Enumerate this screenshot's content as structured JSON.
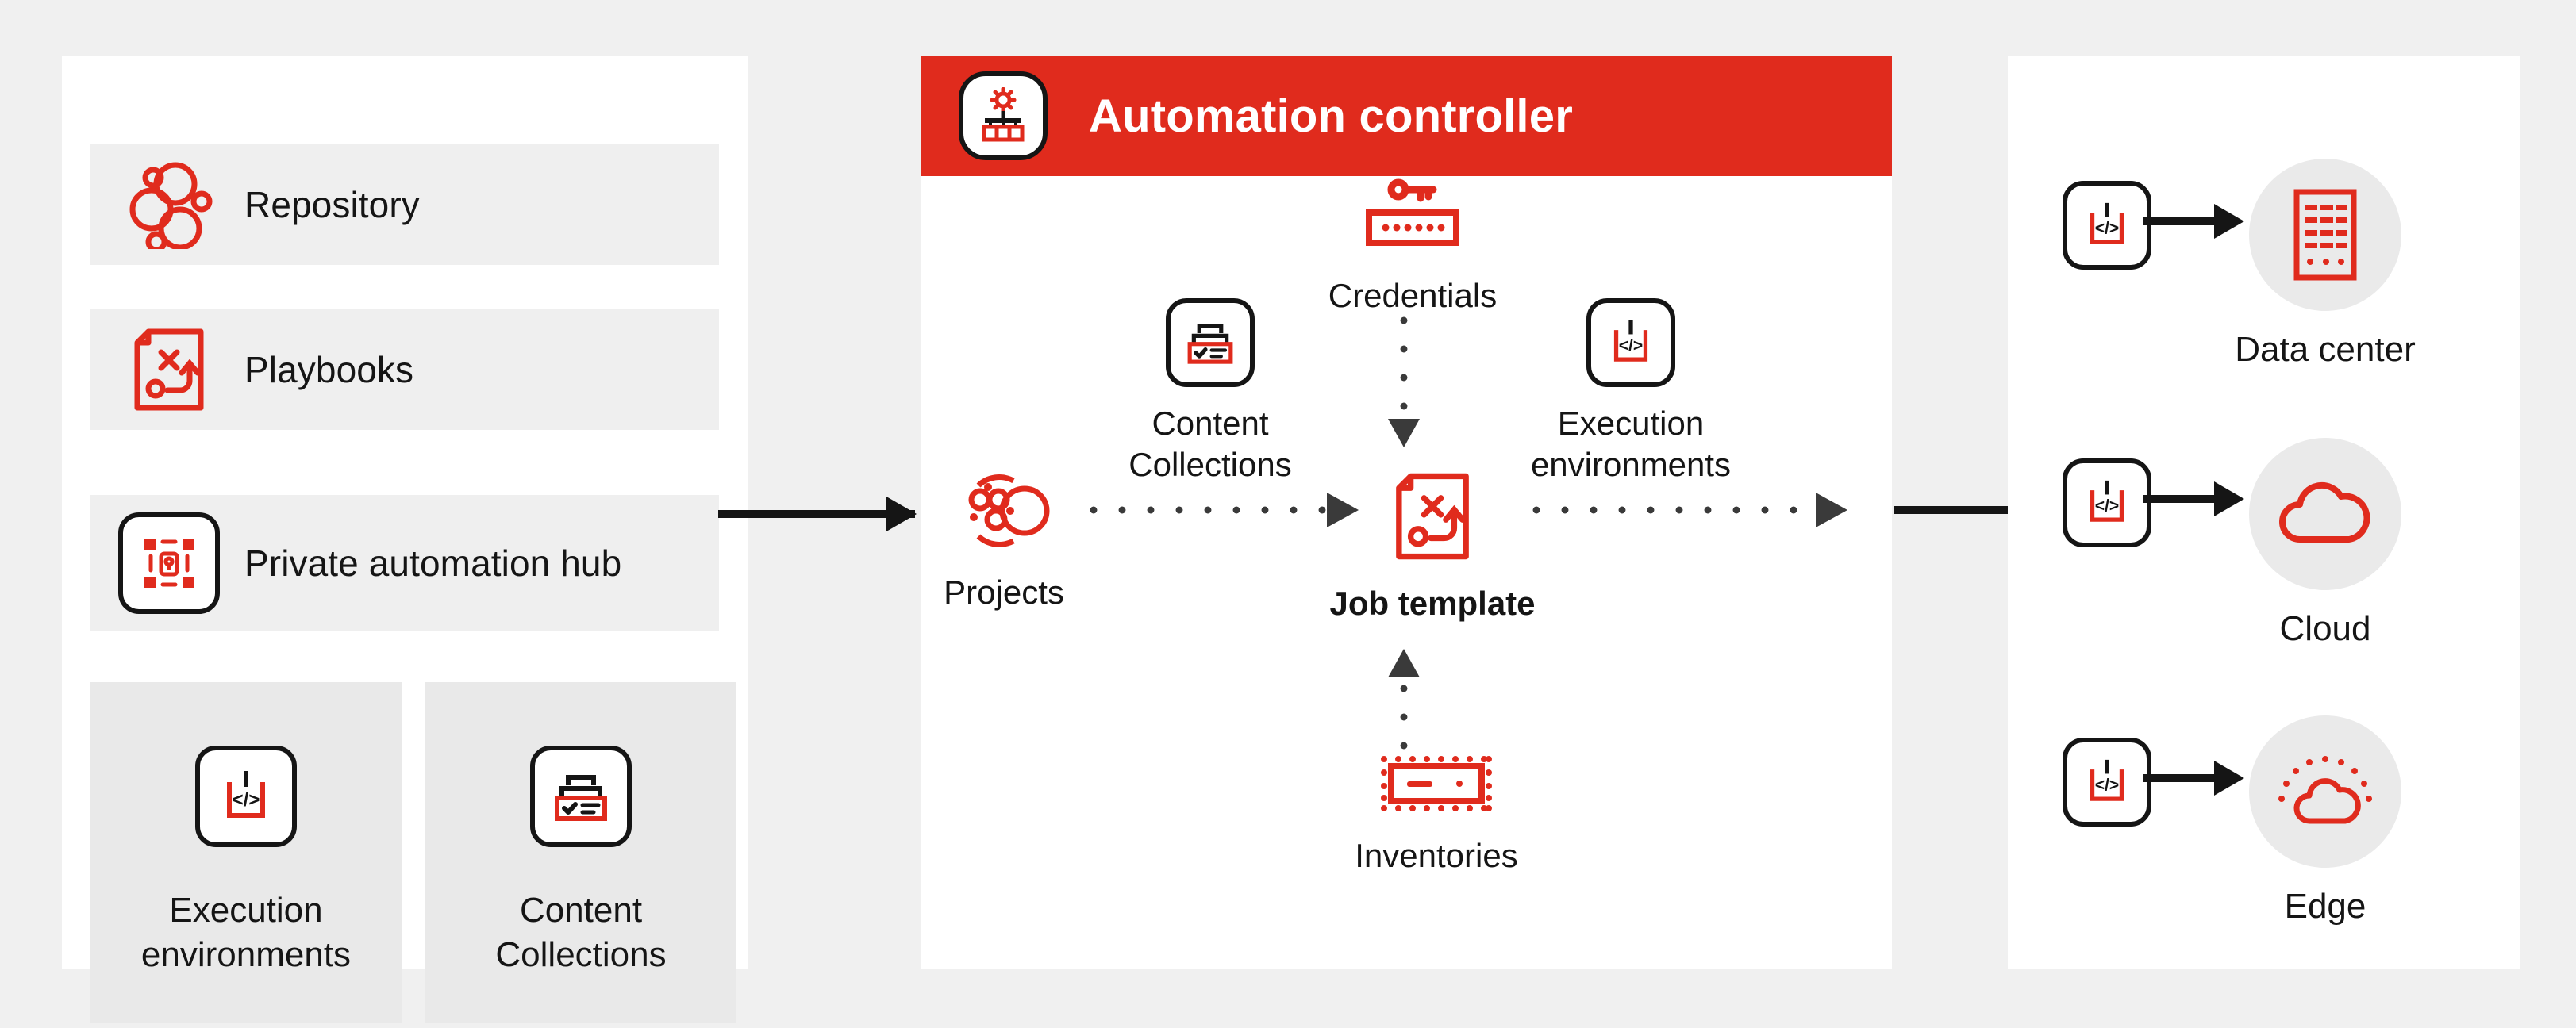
{
  "theme": {
    "page_background": "#f0f0f0",
    "panel_background": "#ffffff",
    "row_background": "#efefef",
    "card_background": "#e9e9e9",
    "brand_red": "#e02b1d",
    "text_color": "#151515",
    "connector_color": "#151515",
    "bubble_background": "#eaeaea"
  },
  "left_panel": {
    "rows": [
      {
        "label": "Repository",
        "icon": "repository-icon"
      },
      {
        "label": "Playbooks",
        "icon": "playbook-icon"
      },
      {
        "label": "Private automation hub",
        "icon": "private-automation-hub-icon"
      }
    ],
    "cards": [
      {
        "label": "Execution\nenvironments",
        "label_line1": "Execution",
        "label_line2": "environments",
        "icon": "execution-environment-icon"
      },
      {
        "label": "Content\nCollections",
        "label_line1": "Content",
        "label_line2": "Collections",
        "icon": "content-collections-icon"
      }
    ]
  },
  "center_panel": {
    "header": {
      "title": "Automation controller",
      "icon": "automation-controller-icon",
      "background": "#e02b1d",
      "text_color": "#ffffff"
    },
    "nodes": [
      {
        "id": "credentials",
        "label": "Credentials",
        "icon": "credentials-key-icon",
        "bold": false
      },
      {
        "id": "content-collections",
        "label_line1": "Content",
        "label_line2": "Collections",
        "icon": "content-collections-icon",
        "bold": false
      },
      {
        "id": "execution-environments",
        "label_line1": "Execution",
        "label_line2": "environments",
        "icon": "execution-environment-icon",
        "bold": false
      },
      {
        "id": "projects",
        "label": "Projects",
        "icon": "projects-icon",
        "bold": false
      },
      {
        "id": "job-template",
        "label": "Job template",
        "icon": "playbook-icon",
        "bold": true
      },
      {
        "id": "inventories",
        "label": "Inventories",
        "icon": "inventories-icon",
        "bold": false
      }
    ]
  },
  "right_panel": {
    "execution_nodes": [
      {
        "id": "ee-top",
        "icon": "execution-environment-icon"
      },
      {
        "id": "ee-mid",
        "icon": "execution-environment-icon"
      },
      {
        "id": "ee-bot",
        "icon": "execution-environment-icon"
      }
    ],
    "destinations": [
      {
        "label": "Data center",
        "icon": "server-rack-icon"
      },
      {
        "label": "Cloud",
        "icon": "cloud-icon"
      },
      {
        "label": "Edge",
        "icon": "edge-cloud-icon"
      }
    ]
  },
  "connectors": {
    "hub_to_projects": {
      "style": "solid",
      "direction": "right"
    },
    "projects_to_job_template": {
      "style": "dotted",
      "direction": "right"
    },
    "credentials_to_job_template": {
      "style": "dotted",
      "direction": "down"
    },
    "inventories_to_job_template": {
      "style": "dotted",
      "direction": "up"
    },
    "job_template_to_exec": {
      "style": "dotted",
      "direction": "right"
    },
    "exec_to_destinations": {
      "style": "solid",
      "direction": "right"
    }
  }
}
